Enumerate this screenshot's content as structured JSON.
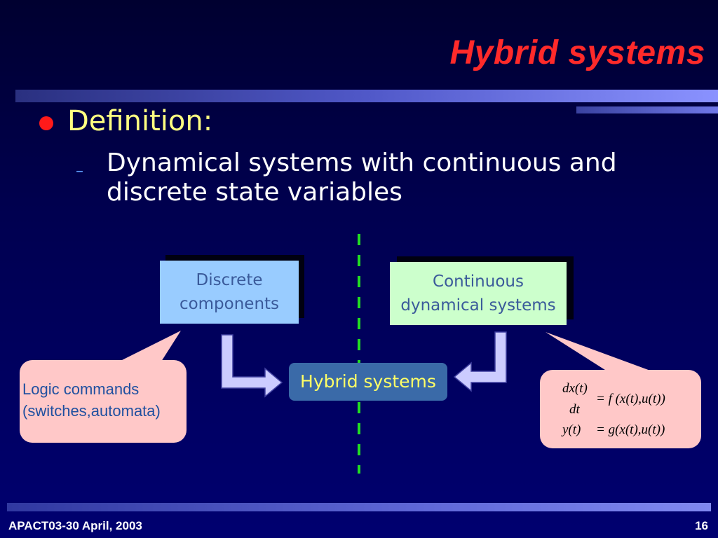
{
  "slide": {
    "title": "Hybrid systems",
    "bullet": "Definition:",
    "sub_bullet_marker": "–",
    "sub_bullet": "Dynamical systems with continuous and discrete state variables"
  },
  "diagram": {
    "discrete_box": "Discrete components",
    "continuous_box": "Continuous dynamical systems",
    "hybrid_box": "Hybrid systems",
    "left_callout": [
      "Logic commands",
      "(switches,automata)"
    ],
    "equations": {
      "line1_lhs_num": "dx(t)",
      "line1_lhs_den": "dt",
      "line1_rhs": "= f (x(t),u(t))",
      "line2_lhs": "y(t)",
      "line2_rhs": "= g(x(t),u(t))"
    }
  },
  "footer": {
    "left": "APACT03-30 April, 2003",
    "page_number": "16"
  },
  "colors": {
    "title": "#ff2a2a",
    "bullet_text": "#ffff80",
    "discrete_box": "#99ccff",
    "continuous_box": "#ccffcc",
    "hybrid_box": "#3a6aa8",
    "callout": "#ffc8c8",
    "divider": "#22dd22"
  }
}
